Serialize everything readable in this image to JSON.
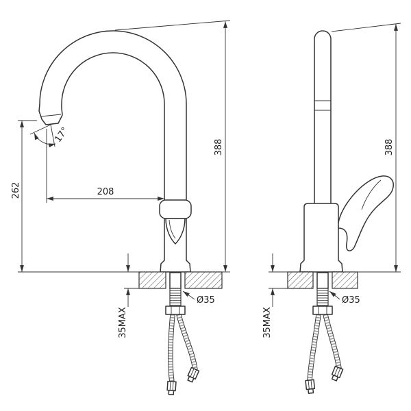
{
  "page": {
    "background": "#ffffff",
    "line_color": "#333333",
    "subject": "kitchen-faucet-dimensional-drawing-two-views"
  },
  "dims": {
    "total_height": "388",
    "spout_height": "262",
    "spout_reach": "208",
    "spout_angle": "17°",
    "hole_diameter": "Ø35",
    "max_deck_thickness": "35MAX"
  }
}
